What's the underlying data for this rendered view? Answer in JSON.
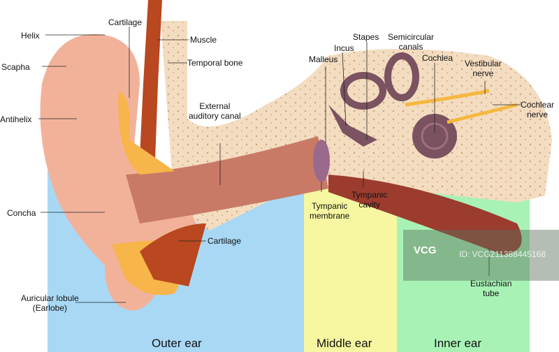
{
  "labels": {
    "helix": "Helix",
    "scapha": "Scapha",
    "antihelix": "Antihelix",
    "concha": "Concha",
    "lobule": "Auricular lobule",
    "earlobe": "(Earlobe)",
    "cartilage_top": "Cartilage",
    "cartilage_bottom": "Cartilage",
    "muscle": "Muscle",
    "temporal_bone": "Temporal bone",
    "external_canal_1": "External",
    "external_canal_2": "auditory canal",
    "malleus": "Malleus",
    "incus": "Incus",
    "stapes": "Stapes",
    "semicircular_1": "Semicircular",
    "semicircular_2": "canals",
    "cochlea": "Cochlea",
    "vestibular_1": "Vestibular",
    "vestibular_2": "nerve",
    "cochlear_1": "Cochlear",
    "cochlear_2": "nerve",
    "tympanic_membrane_1": "Tympanic",
    "tympanic_membrane_2": "membrane",
    "tympanic_cavity_1": "Tympanic",
    "tympanic_cavity_2": "cavity",
    "eustachian_1": "Eustachian",
    "eustachian_2": "tube"
  },
  "sections": {
    "outer": "Outer ear",
    "middle": "Middle ear",
    "inner": "Inner ear"
  },
  "colors": {
    "outer": "#a9d8f5",
    "middle": "#f6f7a0",
    "inner": "#a8f2b6",
    "bone": "#f3dcc0",
    "skin": "#f2b29a"
  },
  "watermark": {
    "logo": "VCG",
    "id": "ID: VCG211388445168"
  }
}
